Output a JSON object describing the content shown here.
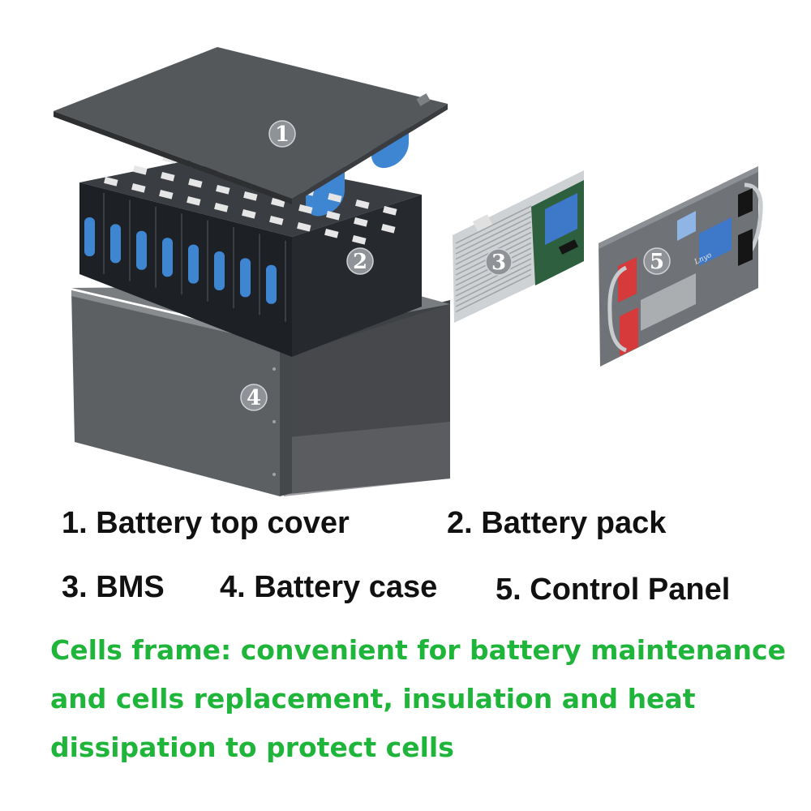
{
  "components": [
    {
      "id": "1",
      "badge": "1",
      "label": "1. Battery top cover"
    },
    {
      "id": "2",
      "badge": "2",
      "label": "2. Battery pack"
    },
    {
      "id": "3",
      "badge": "3",
      "label": "3. BMS"
    },
    {
      "id": "4",
      "badge": "4",
      "label": "4. Battery case"
    },
    {
      "id": "5",
      "badge": "5",
      "label": "5. Control Panel"
    }
  ],
  "note_lines": [
    "Cells frame: convenient for battery maintenance",
    "and cells replacement, insulation and heat",
    "dissipation to protect cells"
  ],
  "panel_logo": "Lnyo",
  "colors": {
    "label_text": "#111111",
    "note_text": "#1fb53a",
    "cell_blue": "#3f86d2",
    "terminal_red": "#d63a3a",
    "case_gray": "#5d6063",
    "cover_gray": "#55585b",
    "lcd_blue": "#3e78c8",
    "pcb_green": "#2e5f3e"
  }
}
